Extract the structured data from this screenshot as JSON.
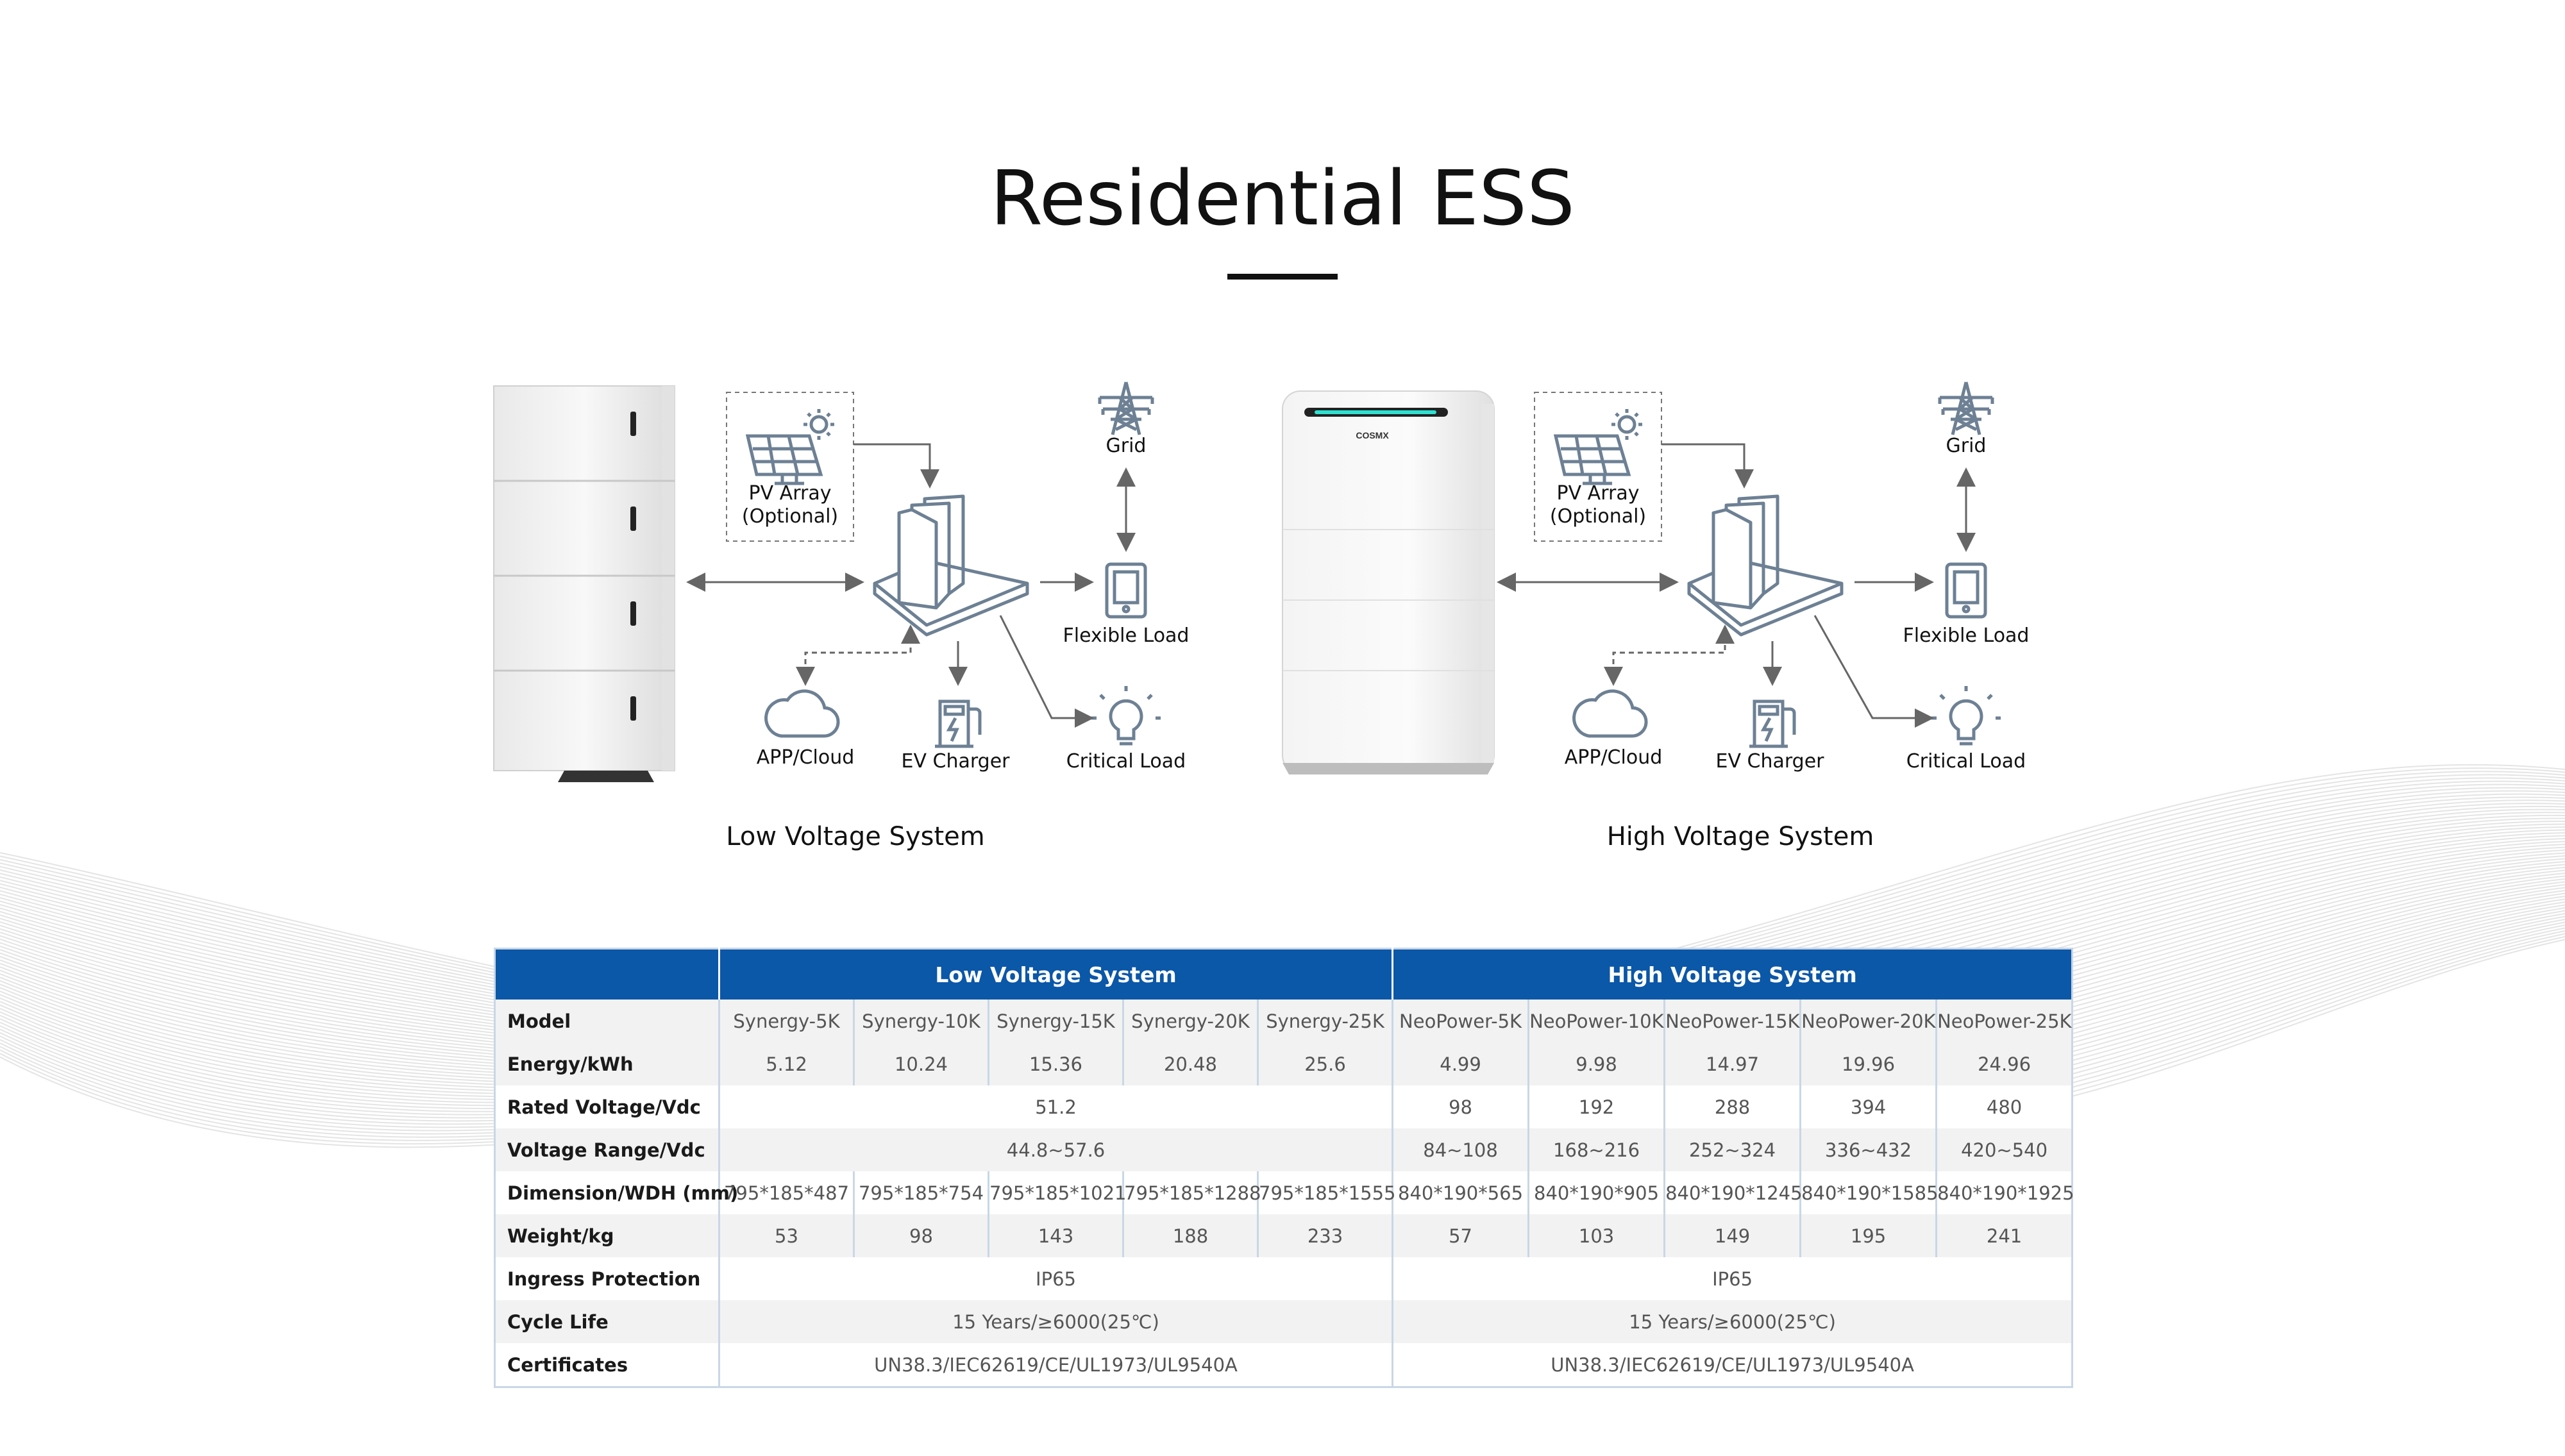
{
  "title": "Residential ESS",
  "colors": {
    "accent": "#0b57a8",
    "icon": "#6d8094",
    "arrow": "#666666"
  },
  "low_diagram": {
    "pv": "PV Array\n(Optional)",
    "grid": "Grid",
    "flexible_load": "Flexible Load",
    "app_cloud": "APP/Cloud",
    "ev_charger": "EV Charger",
    "critical_load": "Critical Load",
    "caption": "Low Voltage System"
  },
  "high_diagram": {
    "pv": "PV Array\n(Optional)",
    "grid": "Grid",
    "flexible_load": "Flexible Load",
    "app_cloud": "APP/Cloud",
    "ev_charger": "EV Charger",
    "critical_load": "Critical Load",
    "caption": "High Voltage System",
    "brand": "COSMX"
  },
  "table": {
    "header_low": "Low Voltage System",
    "header_high": "High Voltage System",
    "rows": {
      "model": {
        "label": "Model",
        "low": [
          "Synergy-5K",
          "Synergy-10K",
          "Synergy-15K",
          "Synergy-20K",
          "Synergy-25K"
        ],
        "high": [
          "NeoPower-5K",
          "NeoPower-10K",
          "NeoPower-15K",
          "NeoPower-20K",
          "NeoPower-25K"
        ]
      },
      "energy": {
        "label": "Energy/kWh",
        "low": [
          "5.12",
          "10.24",
          "15.36",
          "20.48",
          "25.6"
        ],
        "high": [
          "4.99",
          "9.98",
          "14.97",
          "19.96",
          "24.96"
        ]
      },
      "rated": {
        "label": "Rated Voltage/Vdc",
        "low": "51.2",
        "high": [
          "98",
          "192",
          "288",
          "394",
          "480"
        ]
      },
      "range": {
        "label": "Voltage Range/Vdc",
        "low": "44.8~57.6",
        "high": [
          "84~108",
          "168~216",
          "252~324",
          "336~432",
          "420~540"
        ]
      },
      "dim": {
        "label": "Dimension/WDH (mm)",
        "low": [
          "795*185*487",
          "795*185*754",
          "795*185*1021",
          "795*185*1288",
          "795*185*1555"
        ],
        "high": [
          "840*190*565",
          "840*190*905",
          "840*190*1245",
          "840*190*1585",
          "840*190*1925"
        ]
      },
      "weight": {
        "label": "Weight/kg",
        "low": [
          "53",
          "98",
          "143",
          "188",
          "233"
        ],
        "high": [
          "57",
          "103",
          "149",
          "195",
          "241"
        ]
      },
      "ingress": {
        "label": "Ingress Protection",
        "low": "IP65",
        "high": "IP65"
      },
      "cycle": {
        "label": "Cycle Life",
        "low": "15 Years/≥6000(25℃)",
        "high": "15 Years/≥6000(25℃)"
      },
      "cert": {
        "label": "Certificates",
        "low": "UN38.3/IEC62619/CE/UL1973/UL9540A",
        "high": "UN38.3/IEC62619/CE/UL1973/UL9540A"
      }
    }
  }
}
